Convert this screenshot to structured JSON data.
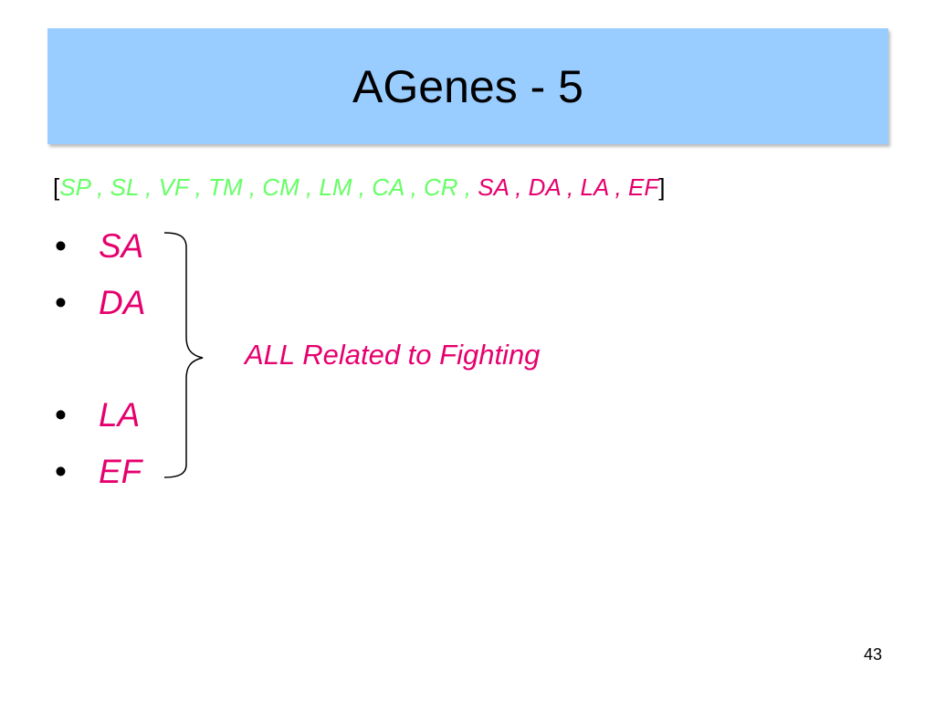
{
  "slide": {
    "title": "AGenes - 5",
    "page_number": "43"
  },
  "gene_line": {
    "open_bracket": "[",
    "close_bracket": "]",
    "items": [
      {
        "text": "SP , ",
        "color": "#66ff66"
      },
      {
        "text": "SL , ",
        "color": "#66ff66"
      },
      {
        "text": "VF , ",
        "color": "#66ff66"
      },
      {
        "text": "TM , ",
        "color": "#66ff66"
      },
      {
        "text": "CM , ",
        "color": "#66ff66"
      },
      {
        "text": "LM , ",
        "color": "#66ff66"
      },
      {
        "text": "CA , ",
        "color": "#66ff66"
      },
      {
        "text": "CR , ",
        "color": "#66ff66"
      },
      {
        "text": "SA , ",
        "color": "#e6006e"
      },
      {
        "text": "DA , ",
        "color": "#e6006e"
      },
      {
        "text": "LA , ",
        "color": "#e6006e"
      },
      {
        "text": "EF",
        "color": "#e6006e"
      }
    ]
  },
  "bullets": {
    "marker": "•",
    "items": [
      {
        "label": "SA"
      },
      {
        "label": "DA"
      },
      {
        "label": "LA"
      },
      {
        "label": "EF"
      }
    ]
  },
  "annotation": {
    "text": "ALL Related to Fighting"
  },
  "colors": {
    "title_background": "#99ccff",
    "highlight": "#e6006e",
    "other_genes": "#66ff66",
    "text": "#000000"
  }
}
